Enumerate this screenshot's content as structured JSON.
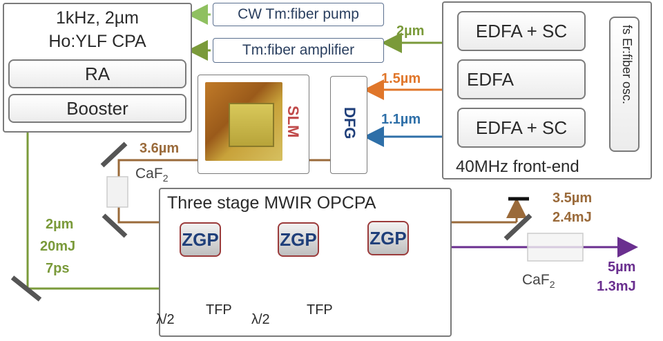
{
  "ho_ylf": {
    "title_line1": "1kHz, 2µm",
    "title_line2": "Ho:YLF CPA",
    "ra": "RA",
    "booster": "Booster"
  },
  "pumps": {
    "cw": "CW Tm:fiber pump",
    "tm_amp": "Tm:fiber amplifier"
  },
  "front_end": {
    "label": "40MHz front-end",
    "edfa_sc_top": "EDFA + SC",
    "edfa_mid": "EDFA",
    "edfa_sc_bottom": "EDFA + SC",
    "osc": "fs Er:fiber osc."
  },
  "slm": "SLM",
  "dfg": "DFG",
  "opcpa": {
    "title": "Three stage MWIR OPCPA",
    "zgp1": "ZGP",
    "zgp2": "ZGP",
    "zgp3": "ZGP"
  },
  "labels": {
    "wl_2um": "2µm",
    "wl_1_5um": "1.5µm",
    "wl_1_1um": "1.1µm",
    "wl_3_6um": "3.6µm",
    "caf2_top": "CaF",
    "caf2_top_sub": "2",
    "pump_2um": "2µm",
    "pump_20mj": "20mJ",
    "pump_7ps": "7ps",
    "idler_wl": "3.5µm",
    "idler_energy": "2.4mJ",
    "out_wl": "5µm",
    "out_energy": "1.3mJ",
    "caf2_out": "CaF",
    "caf2_out_sub": "2",
    "halfwave1": "λ/2",
    "tfp1": "TFP",
    "halfwave2": "λ/2",
    "tfp2": "TFP"
  },
  "colors": {
    "green": "#7a9a3a",
    "light_green": "#8fc060",
    "orange": "#e0762a",
    "blue": "#2e6fa8",
    "brown": "#9a6a3a",
    "purple": "#6a2f8f"
  }
}
